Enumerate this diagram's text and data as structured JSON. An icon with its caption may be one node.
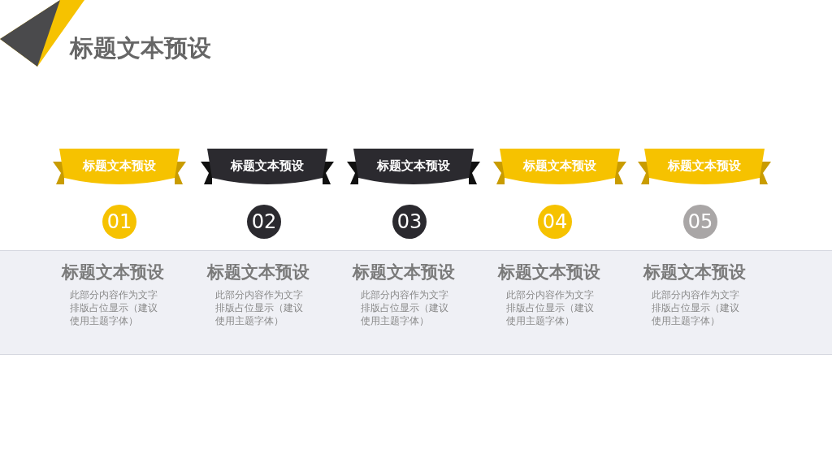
{
  "diagram": {
    "title": "标题文本预设",
    "nodes": [
      {
        "text": [
          "标题文本预设"
        ]
      },
      {
        "text": [
          "标题文本预设"
        ]
      },
      {
        "text": [
          "标题文本预设"
        ]
      },
      {
        "text": [
          "标题文本预设"
        ]
      },
      {
        "text": [
          "标题文本预设"
        ]
      },
      {
        "text": [
          "01"
        ]
      },
      {
        "text": [
          "02"
        ]
      },
      {
        "text": [
          "03"
        ]
      },
      {
        "text": [
          "04"
        ]
      },
      {
        "text": [
          "05"
        ]
      },
      {
        "text": [],
        "shape": "bar"
      },
      {
        "text": [
          "标题文本预设",
          "此部分内容作为文字排版占位显示（建议使用主题字体）"
        ],
        "in": 10
      },
      {
        "text": [
          "标题文本预设",
          "此部分内容作为文字排版占位显示（建议使用主题字体）"
        ],
        "in": 10
      },
      {
        "text": [
          "标题文本预设",
          "此部分内容作为文字排版占位显示（建议使用主题字体）"
        ],
        "in": 10
      },
      {
        "text": [
          "标题文本预设",
          "此部分内容作为文字排版占位显示（建议使用主题字体）"
        ],
        "in": 10
      },
      {
        "text": [
          "标题文本预设",
          "此部分内容作为文字排版占位显示（建议使用主题字体）"
        ],
        "in": 10
      }
    ]
  }
}
